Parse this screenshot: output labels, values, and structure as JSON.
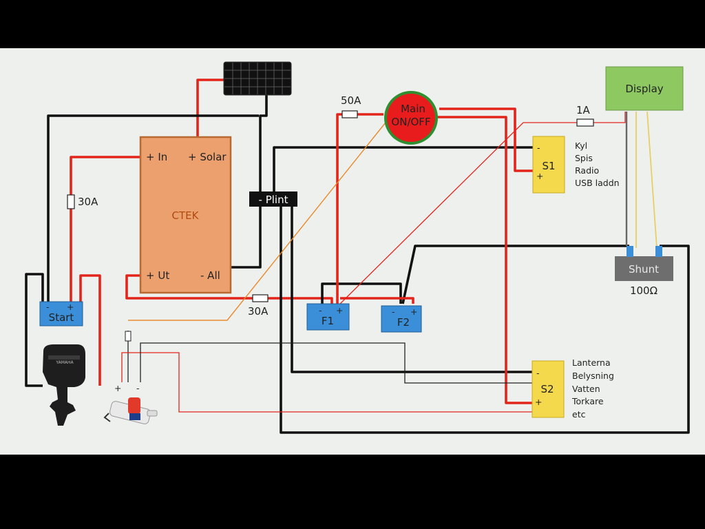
{
  "colors": {
    "screen_bg": "#eef0ee",
    "bezel": "#000000",
    "ctek_fill": "#eba06e",
    "ctek_border": "#b86a32",
    "battery_blue": "#3a8fd8",
    "switch_yellow": "#f4d94c",
    "display_green": "#8ec861",
    "shunt_grey": "#6e6e6e",
    "main_switch_red": "#e81c1c",
    "main_switch_ring": "#2f8f30",
    "wire_red": "#e3241b",
    "wire_black": "#111111"
  },
  "ctek": {
    "title": "CTEK",
    "in_label": "+ In",
    "solar_label": "+ Solar",
    "ut_label": "+ Ut",
    "all_label": "- All"
  },
  "plint": {
    "label": "- Plint"
  },
  "main_switch": {
    "line1": "Main",
    "line2": "ON/OFF"
  },
  "display": {
    "label": "Display"
  },
  "shunt": {
    "label": "Shunt",
    "resistance": "100Ω"
  },
  "fuses": {
    "start_30a": "30A",
    "ctek_30a": "30A",
    "main_50a": "50A",
    "display_1a": "1A"
  },
  "batteries": {
    "start": {
      "label": "Start",
      "minus": "-",
      "plus": "+"
    },
    "f1": {
      "label": "F1",
      "minus": "-",
      "plus": "+"
    },
    "f2": {
      "label": "F2",
      "minus": "-",
      "plus": "+"
    }
  },
  "s1": {
    "label": "S1",
    "minus": "-",
    "plus": "+",
    "loads": [
      "Kyl",
      "Spis",
      "Radio",
      "USB laddn"
    ]
  },
  "s2": {
    "label": "S2",
    "minus": "-",
    "plus": "+",
    "loads": [
      "Lanterna",
      "Belysning",
      "Vatten",
      "Torkare",
      "etc"
    ]
  },
  "bilge_pump": {
    "plus": "+",
    "minus": "-"
  },
  "icons": [
    "solar-panel-icon",
    "outboard-motor-icon",
    "bilge-pump-icon",
    "fuse-icon"
  ]
}
